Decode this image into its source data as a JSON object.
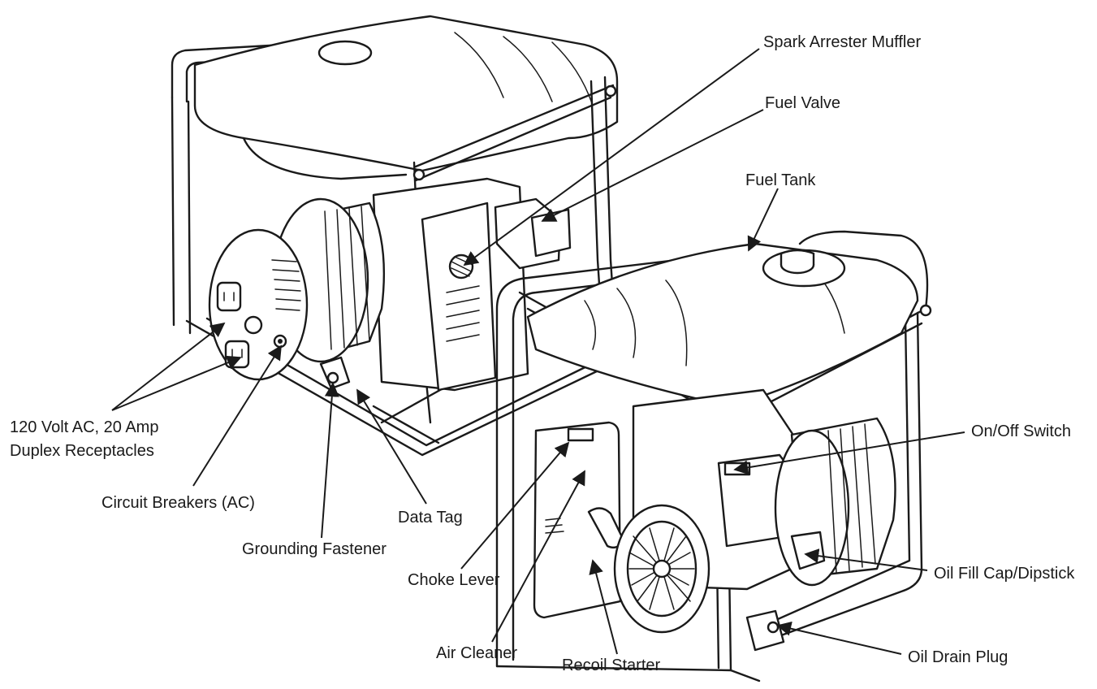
{
  "colors": {
    "ink": "#1a1a1a",
    "background": "#ffffff"
  },
  "labels": {
    "spark_arrester_muffler": "Spark Arrester Muffler",
    "fuel_valve": "Fuel Valve",
    "fuel_tank": "Fuel Tank",
    "receptacles_line1": "120 Volt AC, 20 Amp",
    "receptacles_line2": "Duplex Receptacles",
    "circuit_breakers": "Circuit Breakers (AC)",
    "data_tag": "Data Tag",
    "grounding_fastener": "Grounding Fastener",
    "choke_lever": "Choke Lever",
    "air_cleaner": "Air Cleaner",
    "recoil_starter": "Recoil Starter",
    "on_off_switch": "On/Off Switch",
    "oil_fill_cap": "Oil Fill Cap/Dipstick",
    "oil_drain_plug": "Oil Drain Plug"
  }
}
